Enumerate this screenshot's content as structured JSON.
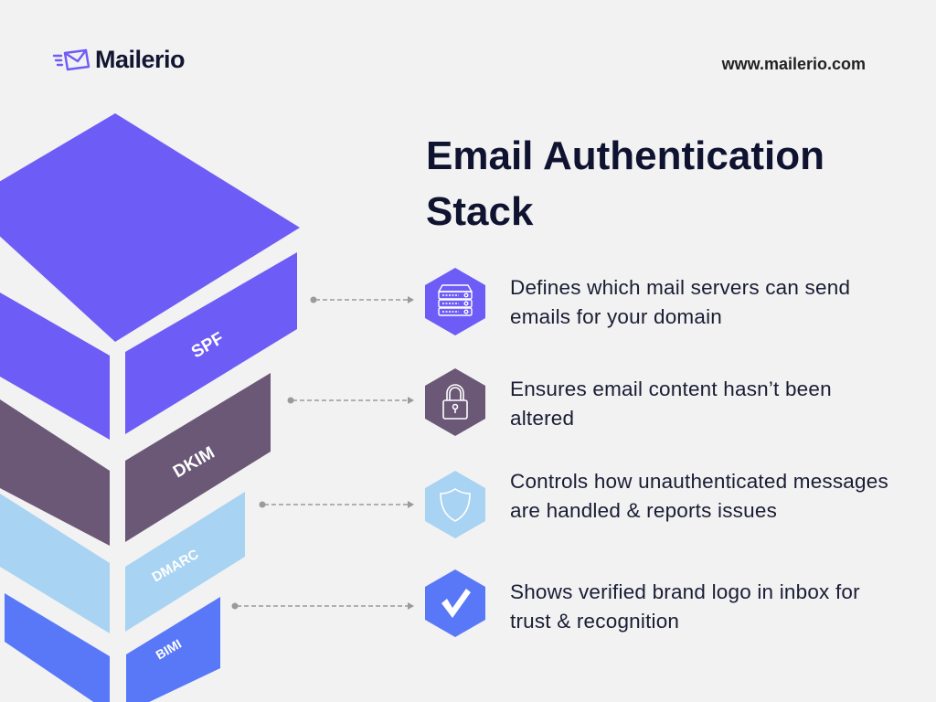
{
  "brand": {
    "name": "Mailerio",
    "url": "www.mailerio.com"
  },
  "title": "Email Authentication Stack",
  "layers": [
    {
      "label": "SPF",
      "color": "#6E5CF6",
      "icon": "server-icon",
      "description": "Defines which mail servers can send emails for your domain"
    },
    {
      "label": "DKIM",
      "color": "#6A5876",
      "icon": "lock-icon",
      "description": "Ensures email content hasn’t been altered"
    },
    {
      "label": "DMARC",
      "color": "#A9D3F2",
      "icon": "shield-icon",
      "description": "Controls how unauthenticated messages are handled & reports issues"
    },
    {
      "label": "BIMI",
      "color": "#5878F8",
      "icon": "checkmark-icon",
      "description": "Shows verified brand logo in inbox for trust & recognition"
    }
  ]
}
